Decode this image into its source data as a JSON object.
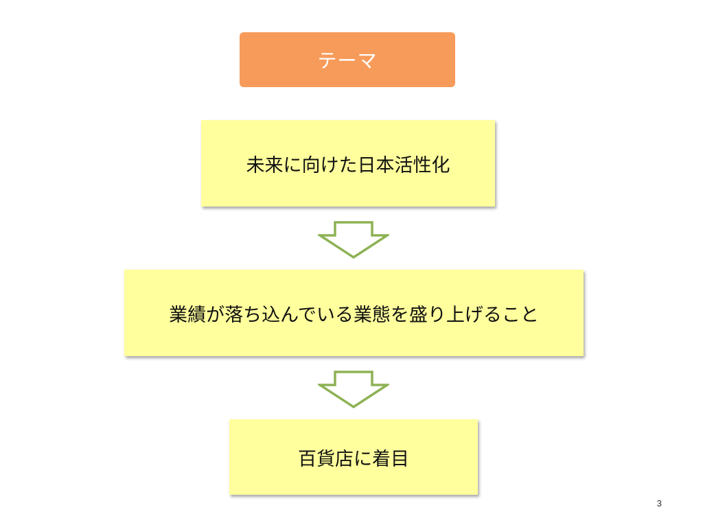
{
  "theme": {
    "label": "テーマ",
    "color": "#f79b5a"
  },
  "steps": [
    {
      "text": "未来に向けた日本活性化"
    },
    {
      "text": "業績が落ち込んでいる業態を盛り上げること"
    },
    {
      "text": "百貨店に着目"
    }
  ],
  "arrows": {
    "icon": "down-arrow-icon",
    "color": "#8db254"
  },
  "box_color": "#ffff9d",
  "page_number": "3"
}
